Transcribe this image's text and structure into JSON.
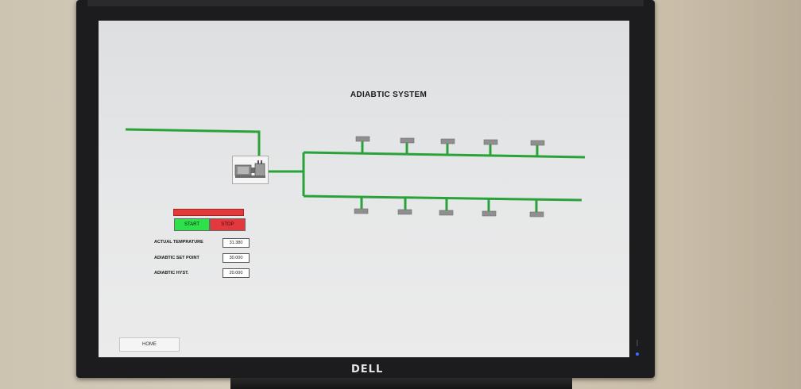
{
  "screen": {
    "title": "ADIABTIC SYSTEM"
  },
  "controls": {
    "start_label": "START",
    "stop_label": "STOP"
  },
  "readings": [
    {
      "label": "ACTUAL TEMPRATURE",
      "value": "31.380"
    },
    {
      "label": "ADIABTIC SET POINT",
      "value": "30.000"
    },
    {
      "label": "ADIABTIC HYST.",
      "value": "20.000"
    }
  ],
  "nav": {
    "home_label": "HOME"
  },
  "monitor": {
    "brand": "DELL"
  },
  "colors": {
    "pipe": "#2aa23a",
    "start": "#2ee04a",
    "stop": "#e2383e",
    "status_bar": "#e23a3a"
  }
}
